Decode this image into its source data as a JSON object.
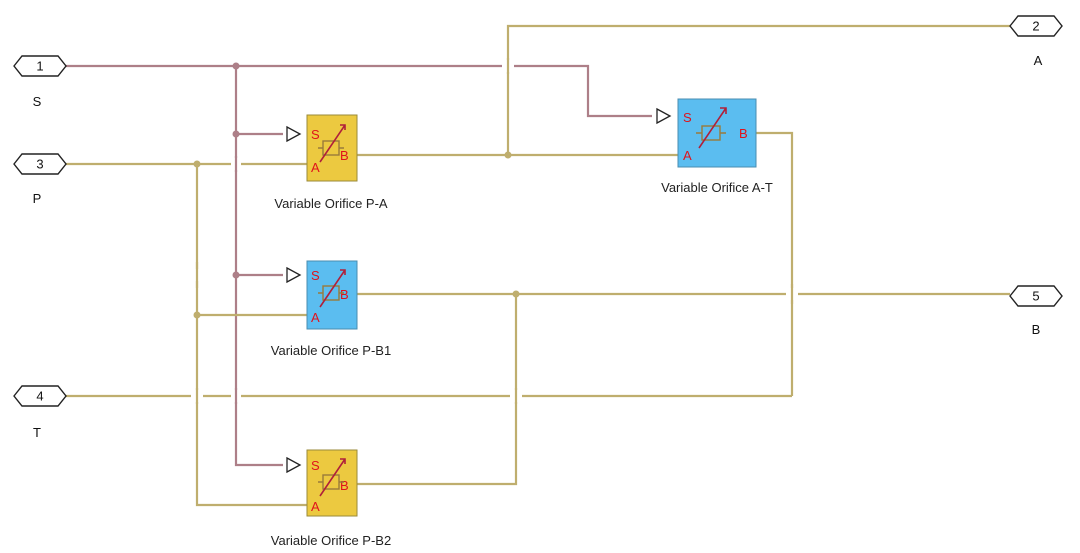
{
  "ports": [
    {
      "id": "port-1",
      "number": "1",
      "label": "S"
    },
    {
      "id": "port-2",
      "number": "2",
      "label": "A"
    },
    {
      "id": "port-3",
      "number": "3",
      "label": "P"
    },
    {
      "id": "port-4",
      "number": "4",
      "label": "T"
    },
    {
      "id": "port-5",
      "number": "5",
      "label": "B"
    }
  ],
  "blocks": [
    {
      "id": "orifice-pa",
      "name": "Variable Orifice P-A",
      "color": "#ecc940",
      "pins": {
        "s": "S",
        "a": "A",
        "b": "B"
      }
    },
    {
      "id": "orifice-at",
      "name": "Variable Orifice A-T",
      "color": "#5bbdf0",
      "pins": {
        "s": "S",
        "a": "A",
        "b": "B"
      }
    },
    {
      "id": "orifice-pb1",
      "name": "Variable Orifice P-B1",
      "color": "#5bbdf0",
      "pins": {
        "s": "S",
        "a": "A",
        "b": "B"
      }
    },
    {
      "id": "orifice-pb2",
      "name": "Variable Orifice P-B2",
      "color": "#ecc940",
      "pins": {
        "s": "S",
        "a": "A",
        "b": "B"
      }
    }
  ],
  "colors": {
    "hydraulic_line": "#bfae6e",
    "signal_line": "#ad7f88",
    "pin_label": "#e0121b"
  }
}
